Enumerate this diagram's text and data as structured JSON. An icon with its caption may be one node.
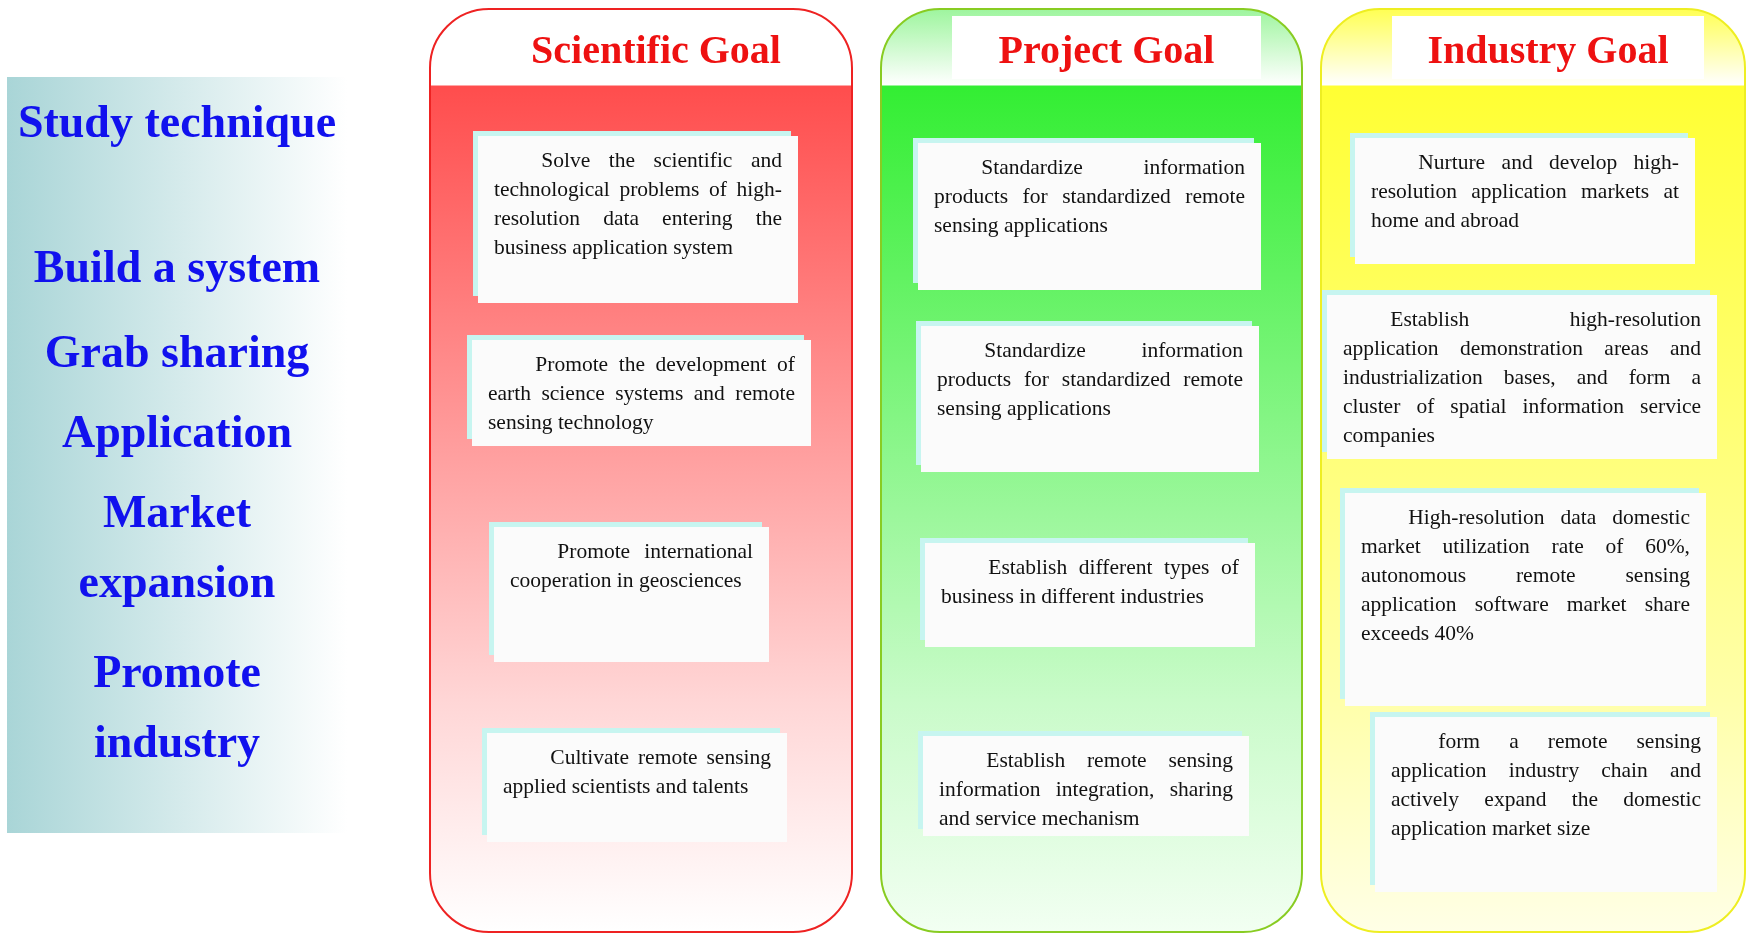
{
  "diagram": {
    "nodes": [
      {
        "text": [
          "Study technique",
          "Build a system",
          "Grab sharing",
          "Application",
          "Market expansion",
          "Promote industry"
        ]
      },
      {
        "text": [
          "Scientific Goal"
        ]
      },
      {
        "text": [
          "Solve the scientific and technological problems of high-resolution data entering the business application system"
        ],
        "in": 1
      },
      {
        "text": [
          "Promote the development of earth science systems and remote sensing technology"
        ],
        "in": 1
      },
      {
        "text": [
          "Promote international cooperation in geosciences"
        ],
        "in": 1
      },
      {
        "text": [
          "Cultivate remote sensing applied scientists and talents"
        ],
        "in": 1
      },
      {
        "text": [
          "Project Goal"
        ]
      },
      {
        "text": [
          "Standardize information products for standardized remote sensing applications"
        ],
        "in": 6
      },
      {
        "text": [
          "Standardize information products for standardized remote sensing applications"
        ],
        "in": 6
      },
      {
        "text": [
          "Establish different types of business in different industries"
        ],
        "in": 6
      },
      {
        "text": [
          "Establish remote sensing information integration, sharing and service mechanism"
        ],
        "in": 6
      },
      {
        "text": [
          "Industry Goal"
        ]
      },
      {
        "text": [
          "Nurture and develop high-resolution application markets at home and abroad"
        ],
        "in": 11
      },
      {
        "text": [
          "Establish high-resolution application demonstration areas and industrialization bases, and form a cluster of spatial information service companies"
        ],
        "in": 11
      },
      {
        "text": [
          "High-resolution data domestic market utilization rate of 60%, autonomous remote sensing application software market share exceeds 40%"
        ],
        "in": 11
      },
      {
        "text": [
          "form a remote sensing application industry chain and actively expand the domestic application market size"
        ],
        "in": 11
      }
    ],
    "edges": []
  }
}
